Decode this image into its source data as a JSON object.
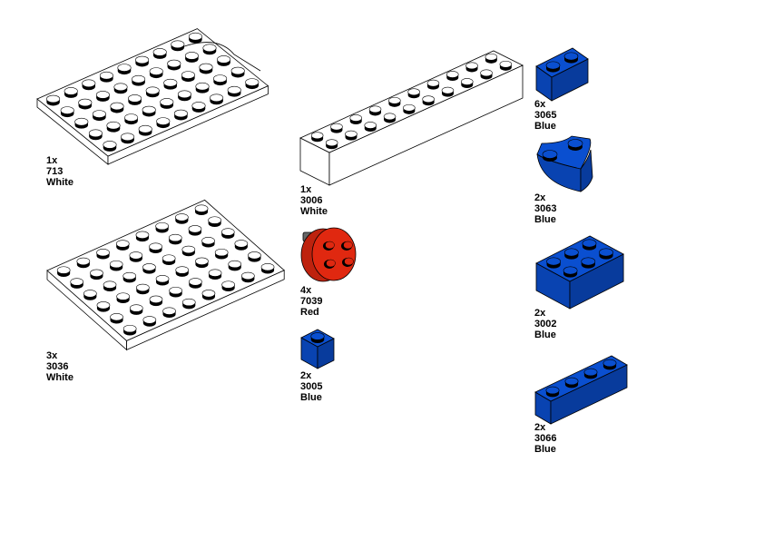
{
  "parts": [
    {
      "qty": "1x",
      "id": "713",
      "color": "White",
      "hex": "#ffffff"
    },
    {
      "qty": "3x",
      "id": "3036",
      "color": "White",
      "hex": "#ffffff"
    },
    {
      "qty": "1x",
      "id": "3006",
      "color": "White",
      "hex": "#ffffff"
    },
    {
      "qty": "4x",
      "id": "7039",
      "color": "Red",
      "hex": "#e02810"
    },
    {
      "qty": "2x",
      "id": "3005",
      "color": "Blue",
      "hex": "#0a4fd0"
    },
    {
      "qty": "6x",
      "id": "3065",
      "color": "Blue",
      "hex": "#0a4fd0"
    },
    {
      "qty": "2x",
      "id": "3063",
      "color": "Blue",
      "hex": "#0a4fd0"
    },
    {
      "qty": "2x",
      "id": "3002",
      "color": "Blue",
      "hex": "#0a4fd0"
    },
    {
      "qty": "2x",
      "id": "3066",
      "color": "Blue",
      "hex": "#0a4fd0"
    }
  ]
}
